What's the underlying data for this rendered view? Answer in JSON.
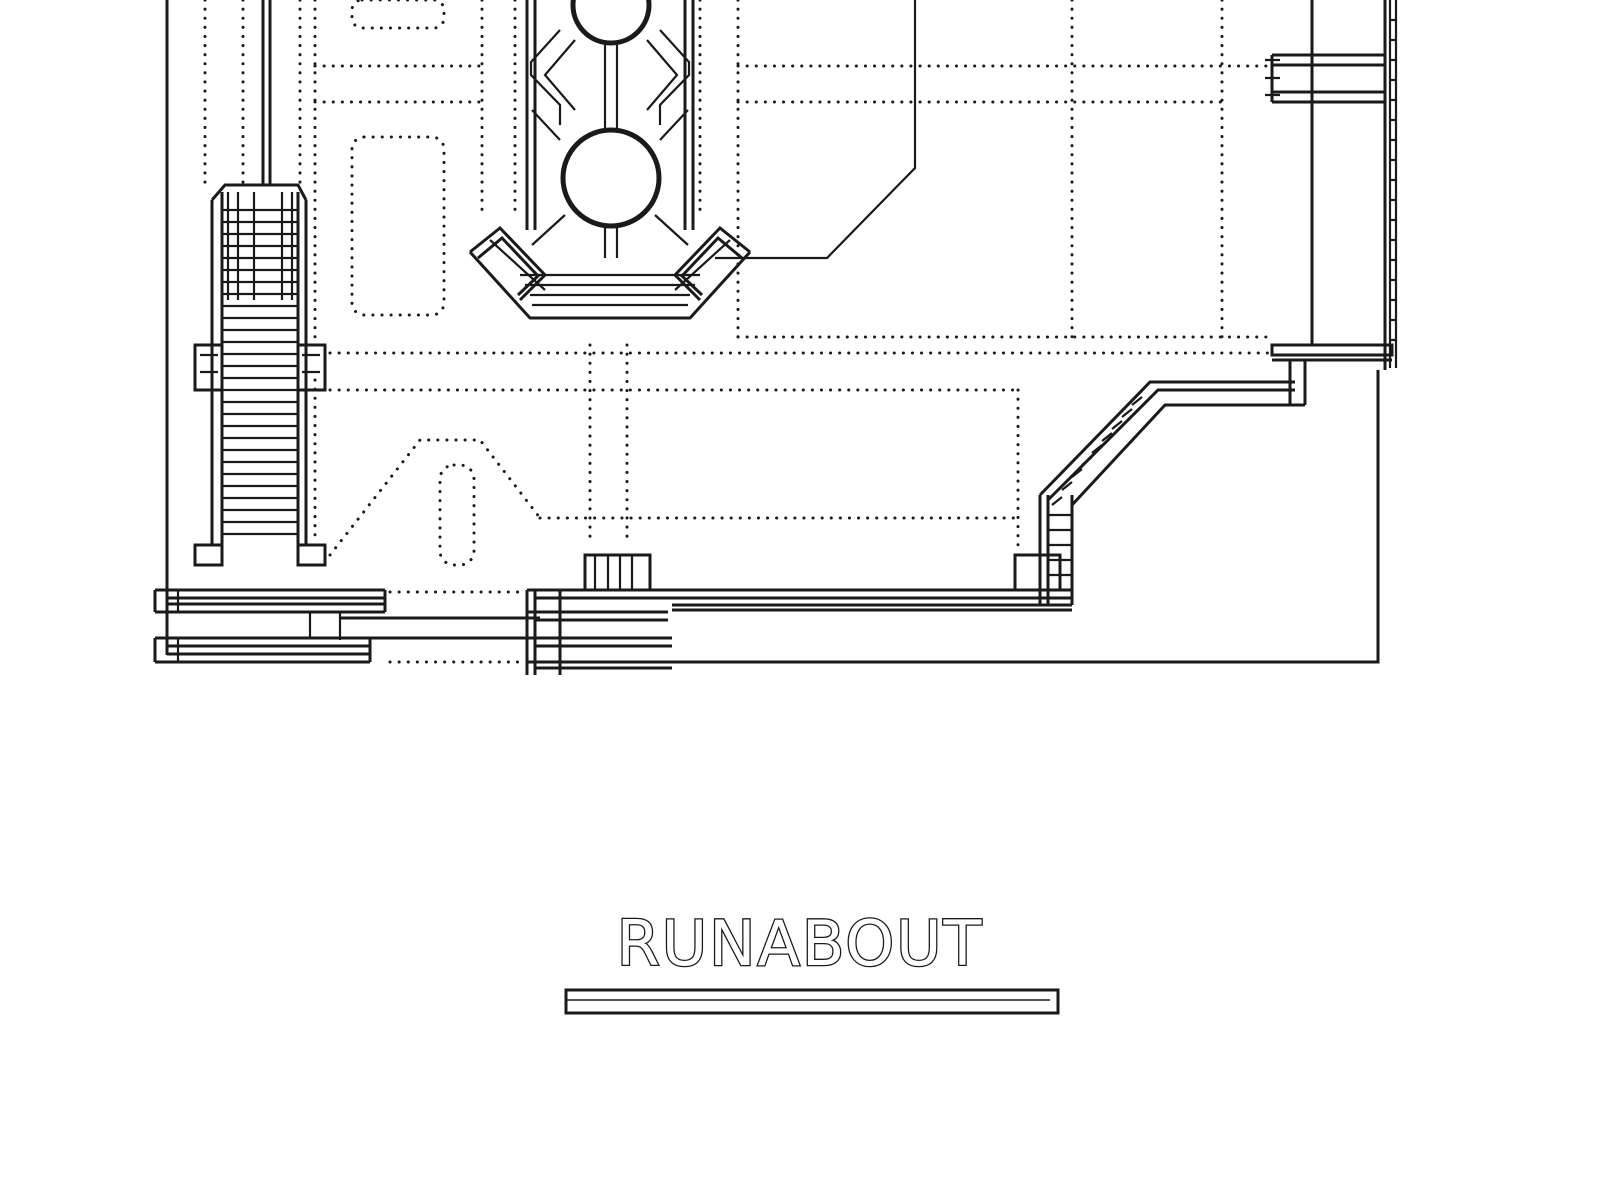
{
  "title": "RUNABOUT",
  "colors": {
    "ink": "#1a1a1a",
    "paper": "#ffffff"
  },
  "icons": [
    "circular-booth",
    "staircase",
    "fence-line",
    "dotted-guide"
  ]
}
